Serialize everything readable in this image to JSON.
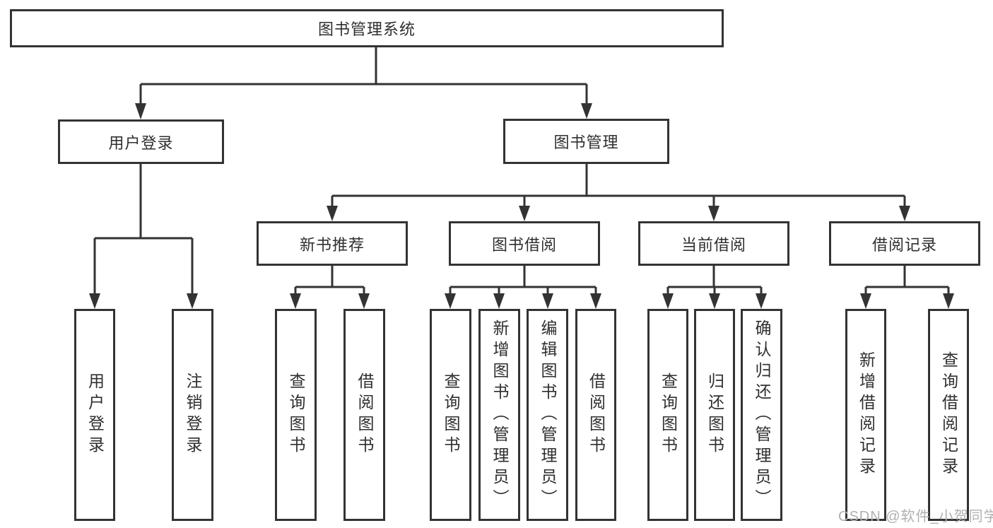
{
  "root": {
    "label": "图书管理系统"
  },
  "branches": {
    "user_login": {
      "label": "用户登录",
      "children": [
        {
          "label": "用户登录"
        },
        {
          "label": "注销登录"
        }
      ]
    },
    "book_mgmt": {
      "label": "图书管理",
      "groups": [
        {
          "label": "新书推荐",
          "children": [
            {
              "label": "查询图书"
            },
            {
              "label": "借阅图书"
            }
          ]
        },
        {
          "label": "图书借阅",
          "children": [
            {
              "label": "查询图书"
            },
            {
              "label": "新增图书（管理员）"
            },
            {
              "label": "编辑图书（管理员）"
            },
            {
              "label": "借阅图书"
            }
          ]
        },
        {
          "label": "当前借阅",
          "children": [
            {
              "label": "查询图书"
            },
            {
              "label": "归还图书"
            },
            {
              "label": "确认归还（管理员）"
            }
          ]
        },
        {
          "label": "借阅记录",
          "children": [
            {
              "label": "新增借阅记录"
            },
            {
              "label": "查询借阅记录"
            }
          ]
        }
      ]
    }
  },
  "watermark": {
    "text": "CSDN @软件_小贺同学"
  },
  "colors": {
    "line": "#333333",
    "text": "#2f2f2f",
    "box_background": "#ffffff",
    "watermark": "#b0b0b0",
    "background": "#ffffff"
  }
}
